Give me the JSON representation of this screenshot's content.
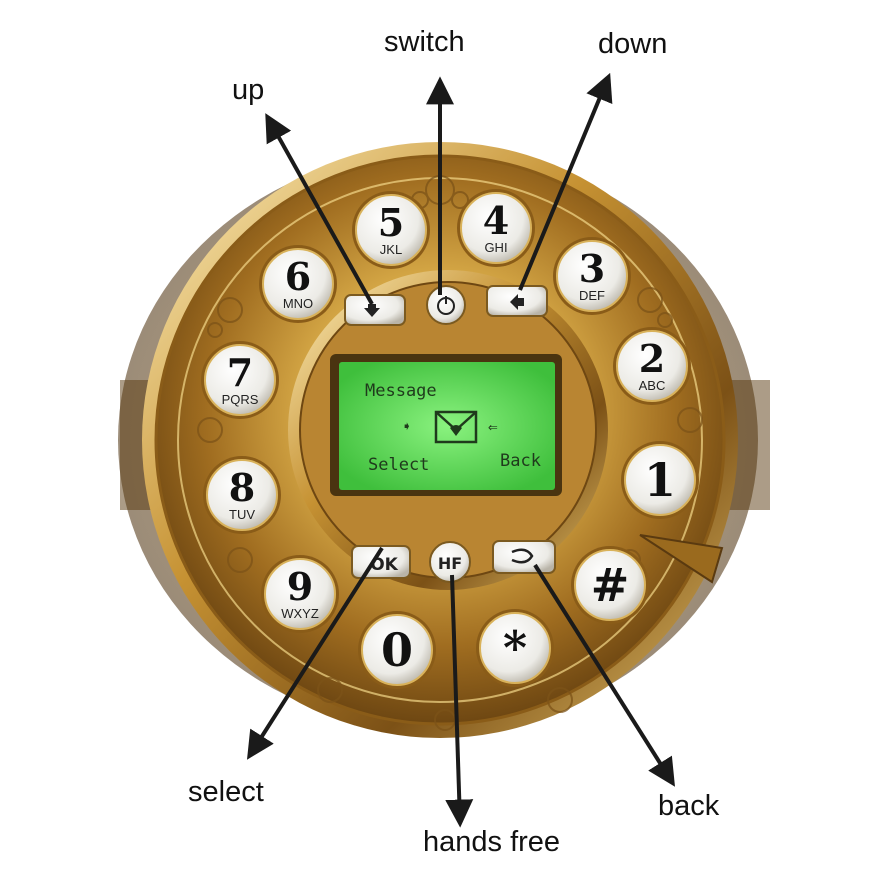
{
  "callouts": {
    "switch": "switch",
    "down": "down",
    "up": "up",
    "select": "select",
    "hands_free": "hands free",
    "back": "back"
  },
  "keypad": {
    "keys": [
      {
        "digit": "5",
        "letters": "JKL"
      },
      {
        "digit": "4",
        "letters": "GHI"
      },
      {
        "digit": "3",
        "letters": "DEF"
      },
      {
        "digit": "2",
        "letters": "ABC"
      },
      {
        "digit": "1",
        "letters": ""
      },
      {
        "digit": "#",
        "letters": ""
      },
      {
        "digit": "*",
        "letters": ""
      },
      {
        "digit": "0",
        "letters": ""
      },
      {
        "digit": "9",
        "letters": "WXYZ"
      },
      {
        "digit": "8",
        "letters": "TUV"
      },
      {
        "digit": "7",
        "letters": "PQRS"
      },
      {
        "digit": "6",
        "letters": "MNO"
      }
    ],
    "ok_label": "OK",
    "hf_label": "HF"
  },
  "screen": {
    "title": "Message",
    "left_soft": "Select",
    "right_soft": "Back",
    "icon": "envelope-icon"
  },
  "colors": {
    "gold": "#c89a3a",
    "lcd_green": "#5ee05a",
    "arrow": "#1a1a1a"
  }
}
